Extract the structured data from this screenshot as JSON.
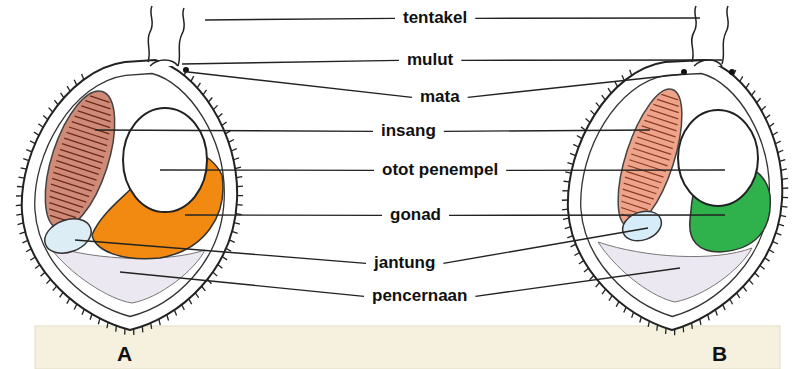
{
  "diagram": {
    "labels": [
      "tentakel",
      "mulut",
      "mata",
      "insang",
      "otot penempel",
      "gonad",
      "jantung",
      "pencernaan",
      "A",
      "B"
    ]
  }
}
